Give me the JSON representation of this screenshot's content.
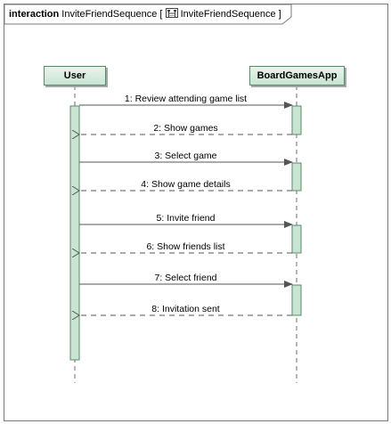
{
  "frame": {
    "keyword": "interaction",
    "name": "InviteFriendSequence",
    "ref_open": "[",
    "ref_name": "InviteFriendSequence",
    "ref_close": "]",
    "ref_icon": "sequence-diagram-icon"
  },
  "lifelines": {
    "user": "User",
    "app": "BoardGamesApp"
  },
  "messages": [
    {
      "label": "1: Review attending game list",
      "kind": "call"
    },
    {
      "label": "2: Show games",
      "kind": "return"
    },
    {
      "label": "3: Select game",
      "kind": "call"
    },
    {
      "label": "4: Show game details",
      "kind": "return"
    },
    {
      "label": "5: Invite friend",
      "kind": "call"
    },
    {
      "label": "6: Show friends list",
      "kind": "return"
    },
    {
      "label": "7: Select friend",
      "kind": "call"
    },
    {
      "label": "8: Invitation sent",
      "kind": "return"
    }
  ],
  "colors": {
    "activation_fill": "#c9e4d3",
    "activation_stroke": "#5b8a6b",
    "lifeline_stroke": "#6b6b6b",
    "frame_stroke": "#7a7a7a"
  }
}
